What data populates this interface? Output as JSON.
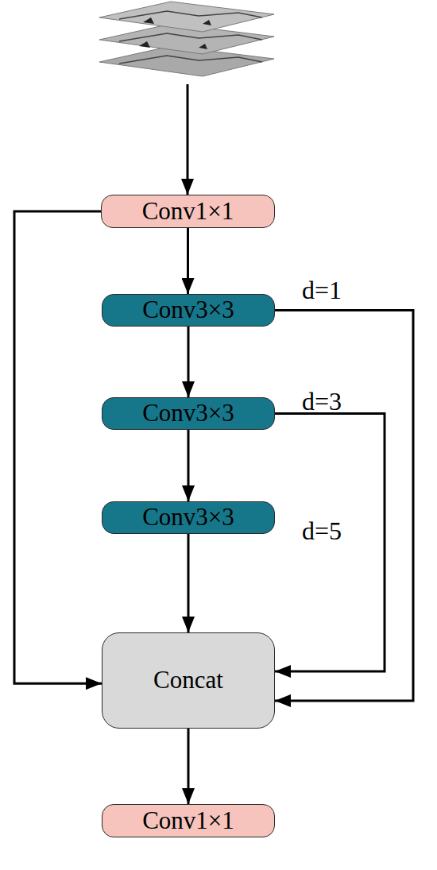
{
  "diagram": {
    "nodes": [
      {
        "text": [
          "Conv1×1"
        ]
      },
      {
        "text": [
          "Conv3×3"
        ]
      },
      {
        "text": [
          "Conv3×3"
        ]
      },
      {
        "text": [
          "Conv3×3"
        ]
      },
      {
        "text": [
          "Concat"
        ]
      },
      {
        "text": [
          "Conv1×1"
        ]
      }
    ],
    "edges": [
      {
        "from": 0,
        "to": 1,
        "arrow": "to"
      },
      {
        "from": 1,
        "to": 2,
        "arrow": "to"
      },
      {
        "from": 2,
        "to": 3,
        "arrow": "to"
      },
      {
        "from": 3,
        "to": 4,
        "arrow": "to"
      },
      {
        "from": 0,
        "to": 4,
        "arrow": "to"
      },
      {
        "from": 2,
        "to": 4,
        "arrow": "to"
      },
      {
        "from": 1,
        "to": 4,
        "arrow": "to"
      },
      {
        "from": 4,
        "to": 5,
        "arrow": "to"
      }
    ],
    "labels": [
      "d=1",
      "d=3",
      "d=5"
    ]
  }
}
